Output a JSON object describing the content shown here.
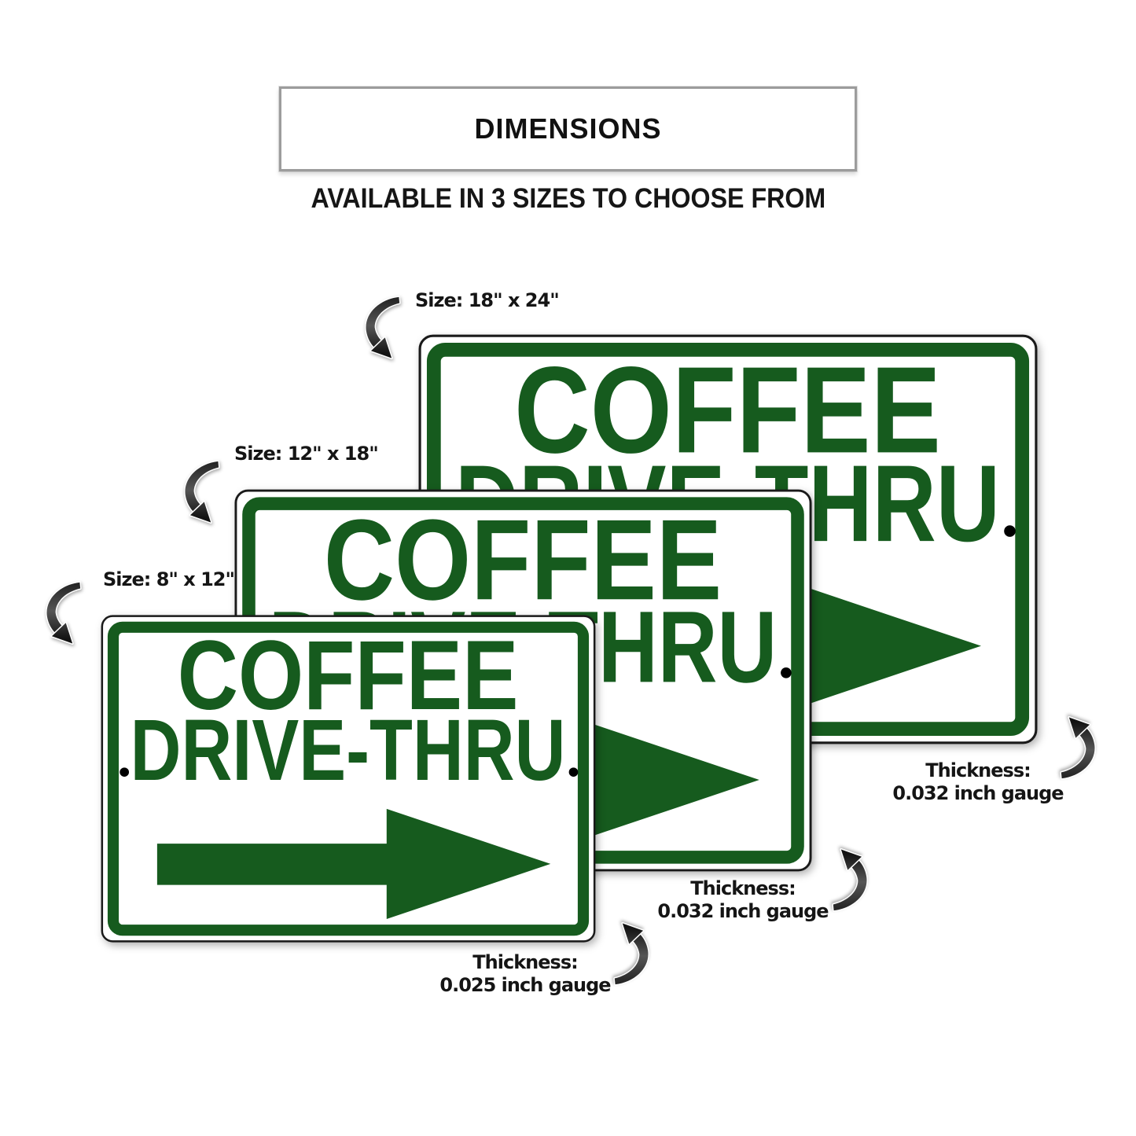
{
  "header": {
    "title": "DIMENSIONS",
    "subtitle": "AVAILABLE IN 3 SIZES TO CHOOSE FROM"
  },
  "sign_text": {
    "line1": "COFFEE",
    "line2": "DRIVE-THRU"
  },
  "signs": [
    {
      "name": "large",
      "size_label": "Size: 18\" x 24\"",
      "thickness_title": "Thickness:",
      "thickness_value": "0.032 inch gauge"
    },
    {
      "name": "medium",
      "size_label": "Size: 12\" x 18\"",
      "thickness_title": "Thickness:",
      "thickness_value": "0.032 inch gauge"
    },
    {
      "name": "small",
      "size_label": "Size: 8\" x 12\"",
      "thickness_title": "Thickness:",
      "thickness_value": "0.025 inch gauge"
    }
  ],
  "icons": {
    "curved_pointer": "curved-swoosh-arrow",
    "sign_direction": "right-arrow"
  },
  "colors": {
    "sign_green": "#165b1e",
    "text_black": "#151515",
    "border_gray": "#9c9c9c"
  }
}
